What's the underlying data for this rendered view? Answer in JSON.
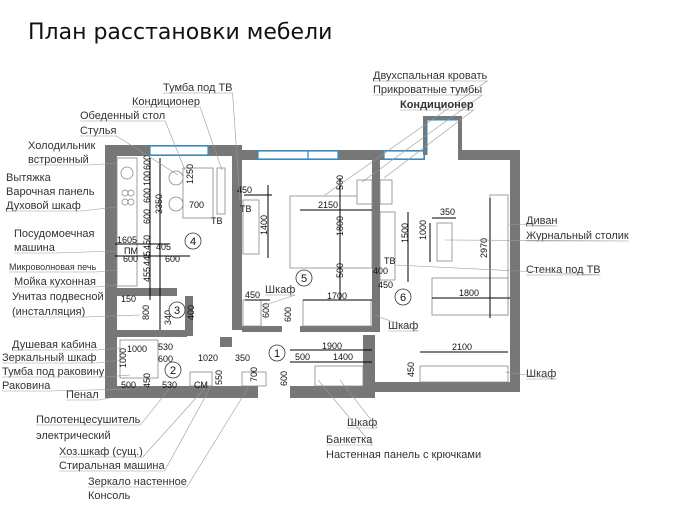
{
  "title": "План расстановки мебели",
  "labels": [
    "Тумба под ТВ",
    "Кондиционер",
    "Обеденный стол",
    "Стулья",
    "Холодильник",
    "встроенный",
    "Вытяжка",
    "Варочная панель",
    "Духовой шкаф",
    "Посудомоечная",
    "машина",
    "Микроволновая печь",
    "Мойка кухонная",
    "Унитаз подвесной",
    "(инсталляция)",
    "Душевая кабина",
    "Зеркальный шкаф",
    "Тумба под раковину",
    "Раковина",
    "Пенал",
    "Полотенцесушитель",
    "электрический",
    "Хоз.шкаф (сущ.)",
    "Стиральная машина",
    "Зеркало настенное",
    "Консоль",
    "Шкаф",
    "Банкетка",
    "Настенная панель с крючками",
    "Двухспальная кровать",
    "Прикроватные тумбы",
    "Кондиционер",
    "Диван",
    "Журнальный столик",
    "Стенка под ТВ",
    "Шкаф",
    "Шкаф",
    "Шкаф"
  ],
  "room_numbers": [
    "1",
    "2",
    "3",
    "4",
    "5",
    "6"
  ],
  "furniture_marks": [
    "ТВ",
    "ТВ",
    "ТВ",
    "ПМ",
    "СМ"
  ],
  "dimensions": [
    "600",
    "100",
    "600",
    "600",
    "3350",
    "1250",
    "700",
    "1605",
    "450",
    "405",
    "600",
    "445",
    "600",
    "455",
    "150",
    "800",
    "340",
    "400",
    "1000",
    "530",
    "600",
    "1020",
    "350",
    "1000",
    "500",
    "450",
    "530",
    "550",
    "700",
    "450",
    "1400",
    "2150",
    "500",
    "1800",
    "500",
    "400",
    "450",
    "1700",
    "600",
    "600",
    "450",
    "1500",
    "350",
    "1000",
    "2970",
    "1800",
    "2100",
    "450",
    "1900",
    "500",
    "1400",
    "600"
  ],
  "colors": {
    "wall": "#777777",
    "window": "#2a8fd0"
  }
}
